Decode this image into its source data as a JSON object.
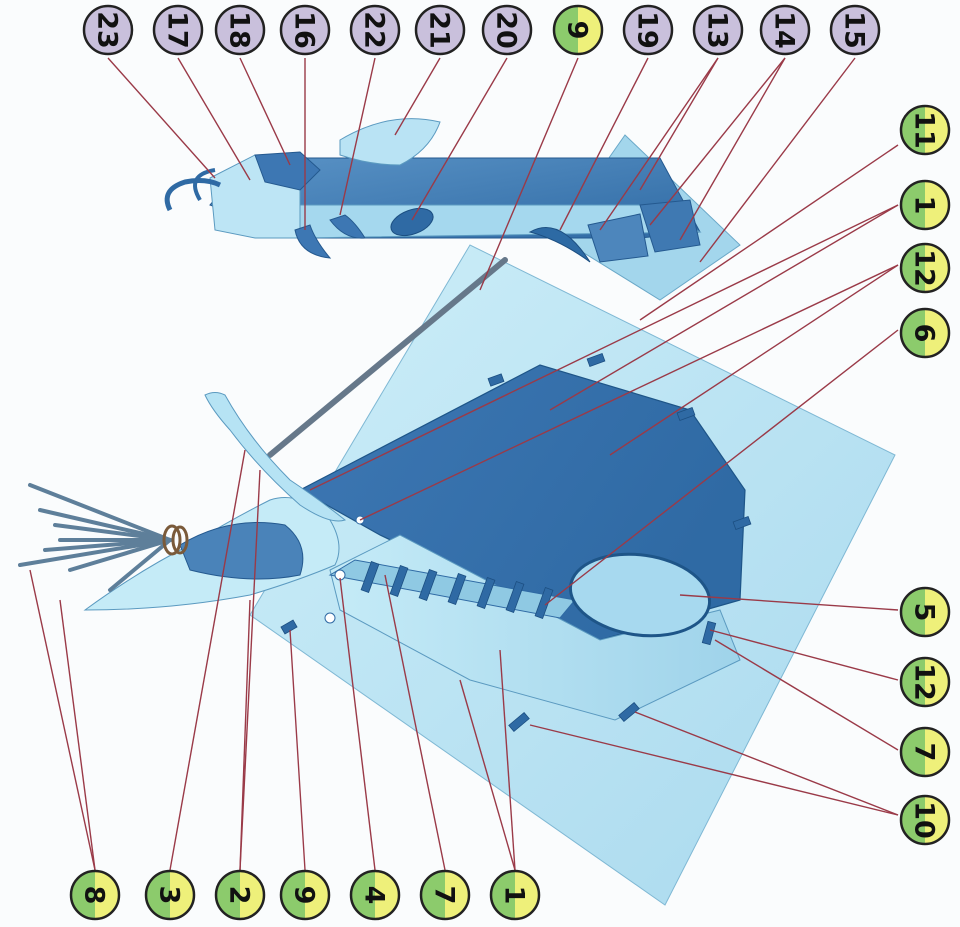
{
  "colors": {
    "paper": "#fafcfd",
    "sheet_light": "#bfe6f2",
    "sheet_mid": "#8fc9e3",
    "panel_dark": "#3e7fb8",
    "panel_deep": "#2e6fa8",
    "leader_line": "#9a3a48",
    "badge_gray": "#c9c0dc",
    "badge_yellow": "#eef07a",
    "badge_green": "#8ccb6c"
  },
  "callouts_top": [
    {
      "label": "23",
      "style": "gray"
    },
    {
      "label": "17",
      "style": "gray"
    },
    {
      "label": "18",
      "style": "gray"
    },
    {
      "label": "16",
      "style": "gray"
    },
    {
      "label": "22",
      "style": "gray"
    },
    {
      "label": "21",
      "style": "gray"
    },
    {
      "label": "20",
      "style": "gray"
    },
    {
      "label": "9",
      "style": "yellow-green"
    },
    {
      "label": "19",
      "style": "gray"
    },
    {
      "label": "13",
      "style": "gray"
    },
    {
      "label": "14",
      "style": "gray"
    },
    {
      "label": "15",
      "style": "gray"
    }
  ],
  "callouts_right": [
    {
      "label": "11",
      "style": "yellow-green"
    },
    {
      "label": "1",
      "style": "yellow-green"
    },
    {
      "label": "12",
      "style": "yellow-green"
    },
    {
      "label": "6",
      "style": "yellow-green"
    },
    {
      "label": "5",
      "style": "yellow-green"
    },
    {
      "label": "12",
      "style": "yellow-green"
    },
    {
      "label": "7",
      "style": "yellow-green"
    },
    {
      "label": "10",
      "style": "yellow-green"
    }
  ],
  "callouts_bottom": [
    {
      "label": "8",
      "style": "yellow-green"
    },
    {
      "label": "3",
      "style": "yellow-green"
    },
    {
      "label": "2",
      "style": "yellow-green"
    },
    {
      "label": "9",
      "style": "yellow-green"
    },
    {
      "label": "4",
      "style": "yellow-green"
    },
    {
      "label": "7",
      "style": "yellow-green"
    },
    {
      "label": "1",
      "style": "yellow-green"
    }
  ]
}
